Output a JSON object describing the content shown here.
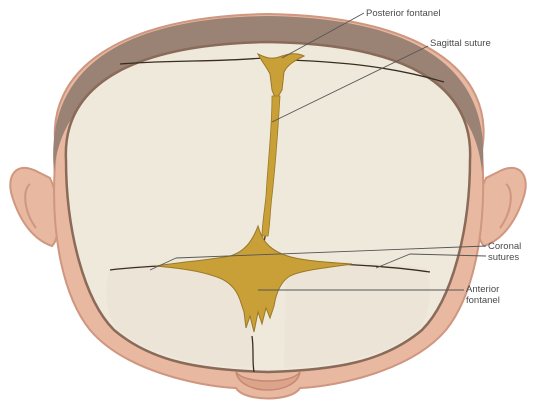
{
  "labels": {
    "posterior_fontanel": "Posterior fontanel",
    "sagittal_suture": "Sagittal suture",
    "coronal_sutures_line1": "Coronal",
    "coronal_sutures_line2": "sutures",
    "anterior_fontanel_line1": "Anterior",
    "anterior_fontanel_line2": "fontanel"
  },
  "colors": {
    "skin": "#e8b8a0",
    "skin_shadow": "#cf9680",
    "hair": "#9a8375",
    "bone": "#efe9dc",
    "membrane": "#c9a037",
    "suture_line": "#3a2d20",
    "leader_line": "#555555"
  }
}
